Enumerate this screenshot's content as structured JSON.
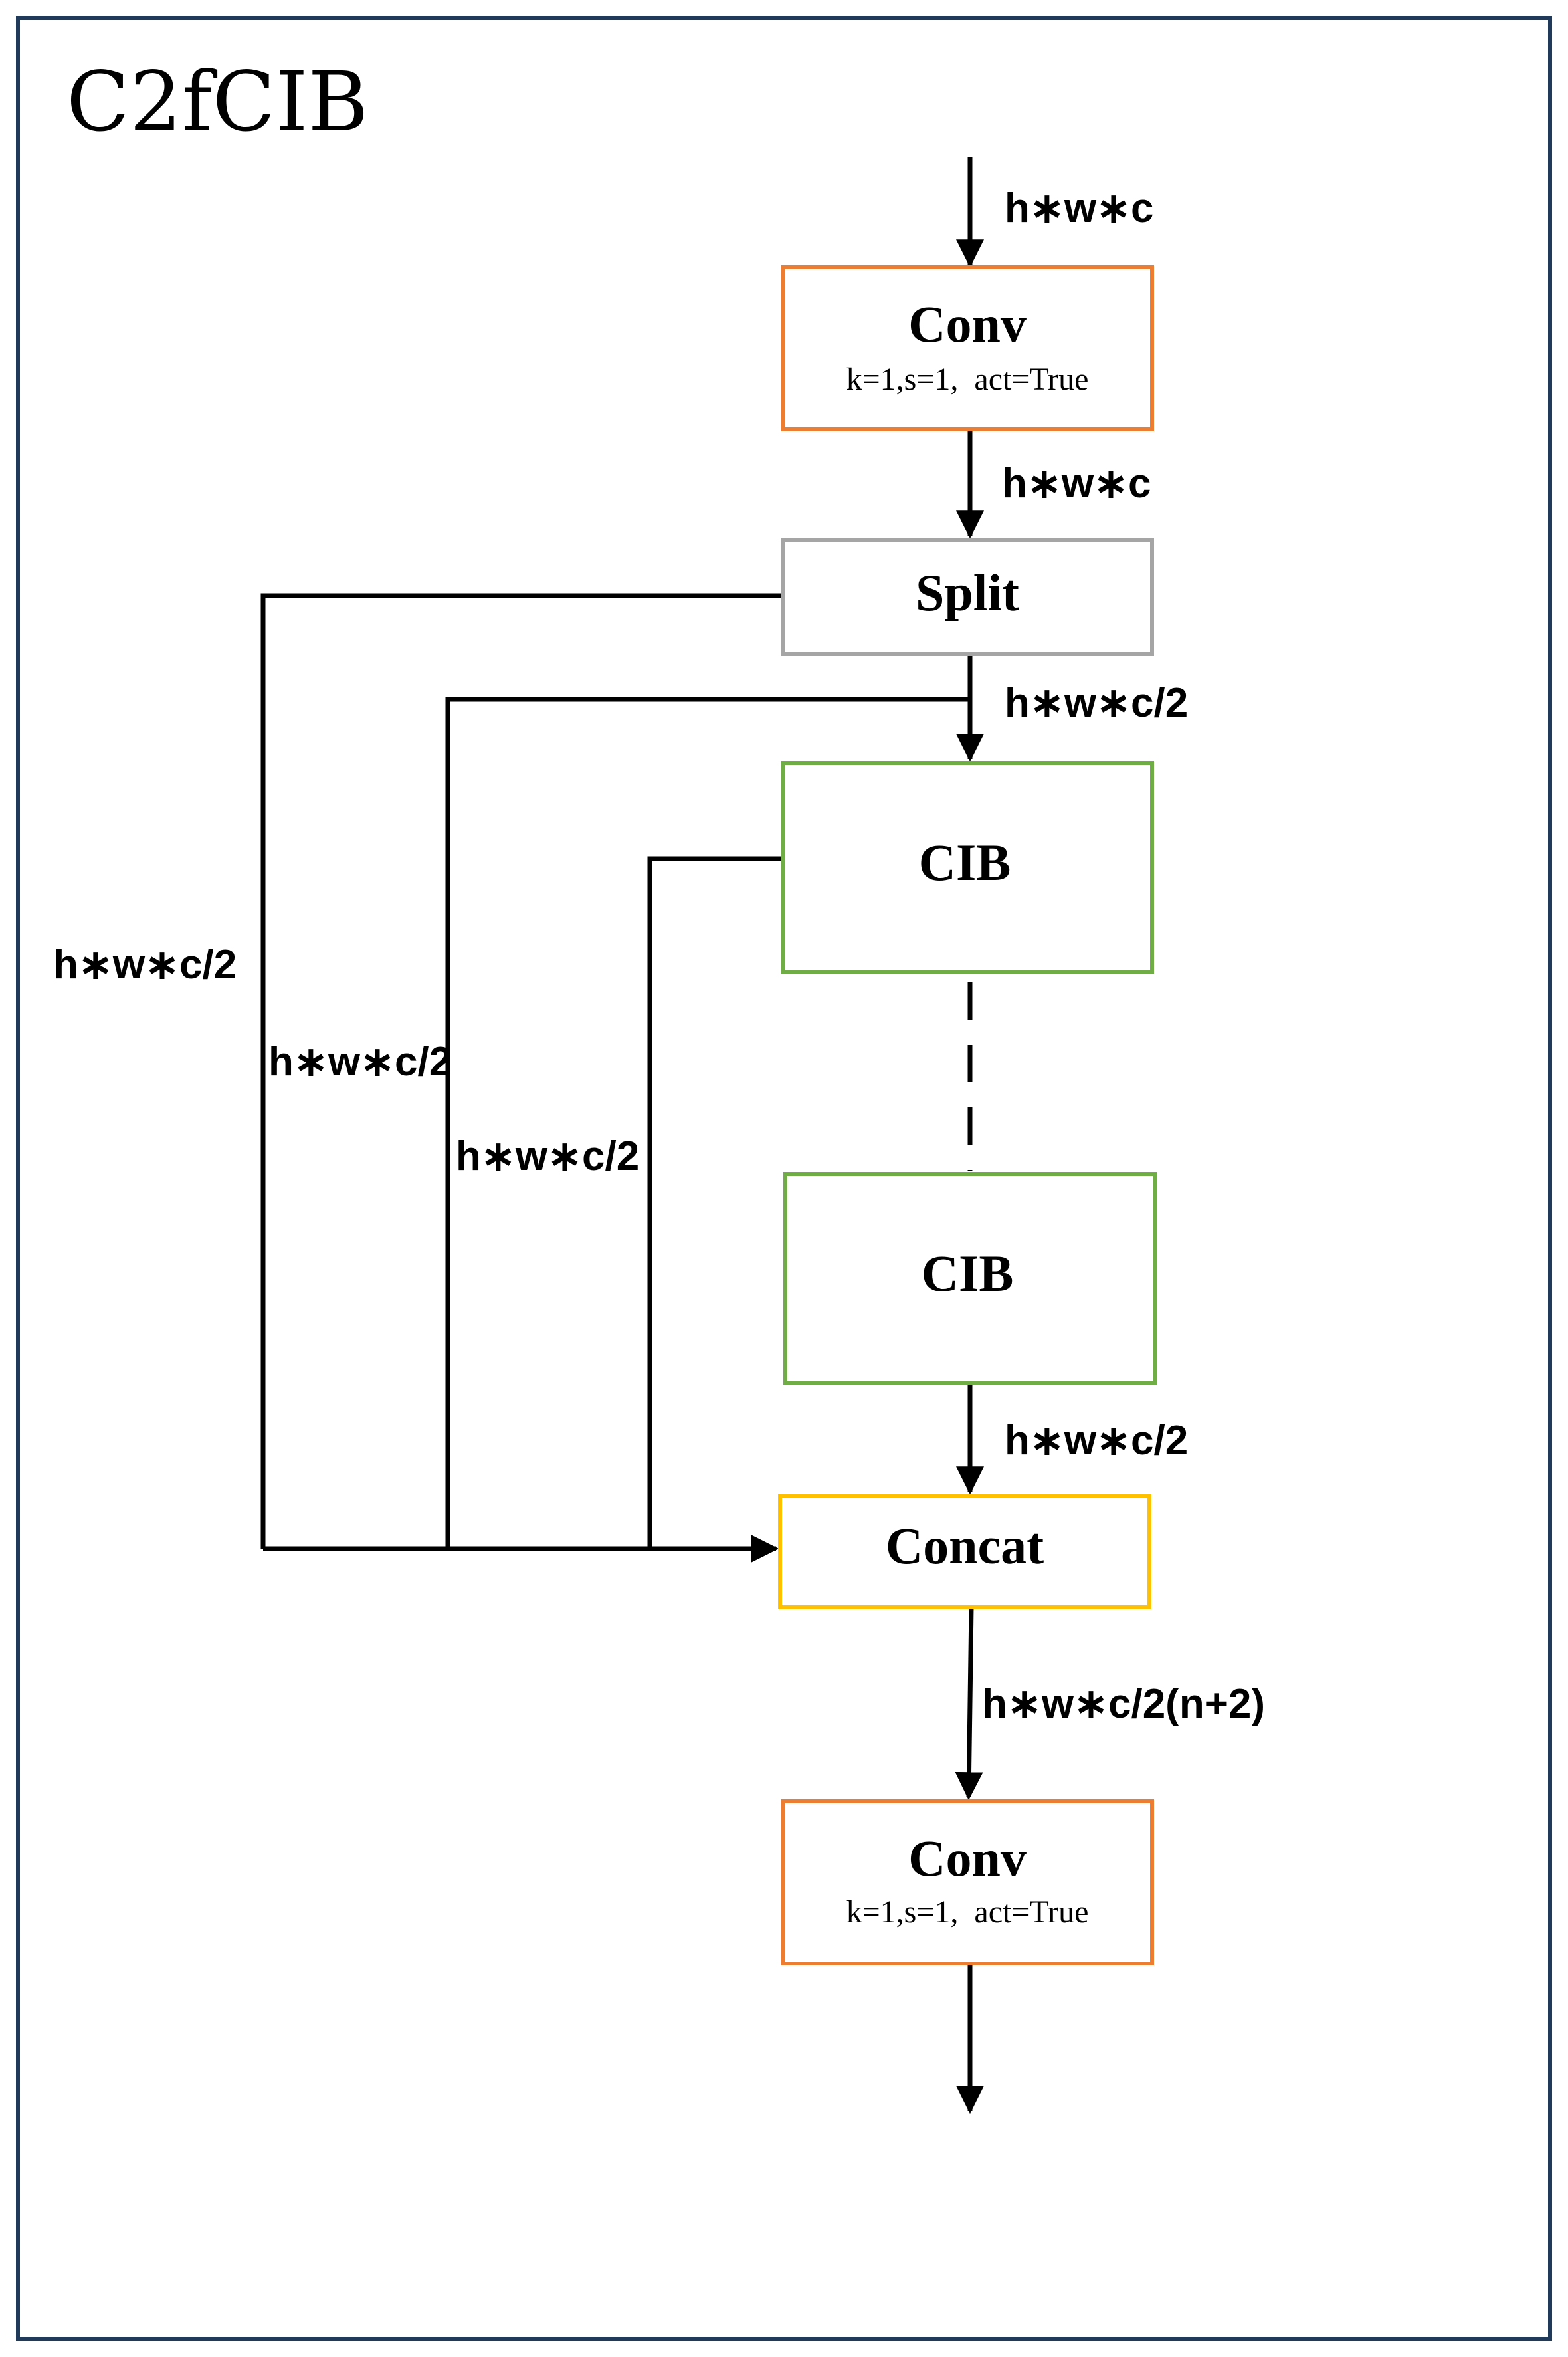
{
  "title": "C2fCIB",
  "colors": {
    "conv_border": "#ED7D31",
    "split_border": "#A5A5A5",
    "cib_border": "#70AD47",
    "concat_border": "#FFC000",
    "frame_border": "#1F3A5A"
  },
  "blocks": {
    "conv_top": {
      "label": "Conv",
      "params": "k=1,s=1,  act=True"
    },
    "split": {
      "label": "Split"
    },
    "cib_1": {
      "label": "CIB"
    },
    "cib_2": {
      "label": "CIB"
    },
    "concat": {
      "label": "Concat"
    },
    "conv_bottom": {
      "label": "Conv",
      "params": "k=1,s=1,  act=True"
    }
  },
  "edges": {
    "input": "h∗w∗c",
    "conv_to_split": "h∗w∗c",
    "split_to_cib": "h∗w∗c/2",
    "cib_to_concat": "h∗w∗c/2",
    "concat_to_conv": "h∗w∗c/2(n+2)",
    "bypass_outer": "h∗w∗c/2",
    "bypass_middle": "h∗w∗c/2",
    "bypass_inner": "h∗w∗c/2"
  }
}
